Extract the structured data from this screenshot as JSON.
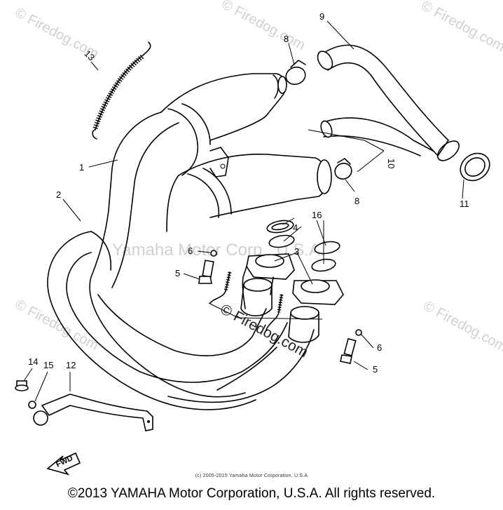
{
  "watermarks": {
    "site": "© Firedog.com",
    "center": "Yamaha Motor Corp., U.S.A."
  },
  "callouts": [
    "1",
    "2",
    "3",
    "4",
    "5",
    "6",
    "8",
    "9",
    "10",
    "11",
    "12",
    "13",
    "14",
    "15",
    "16"
  ],
  "fwd_label": "FWD",
  "small_credit": "(c) 2005-2015 Yamaha Motor Corporation, U.S.A",
  "copyright": "©2013 YAMAHA Motor Corporation, U.S.A. All rights reserved."
}
